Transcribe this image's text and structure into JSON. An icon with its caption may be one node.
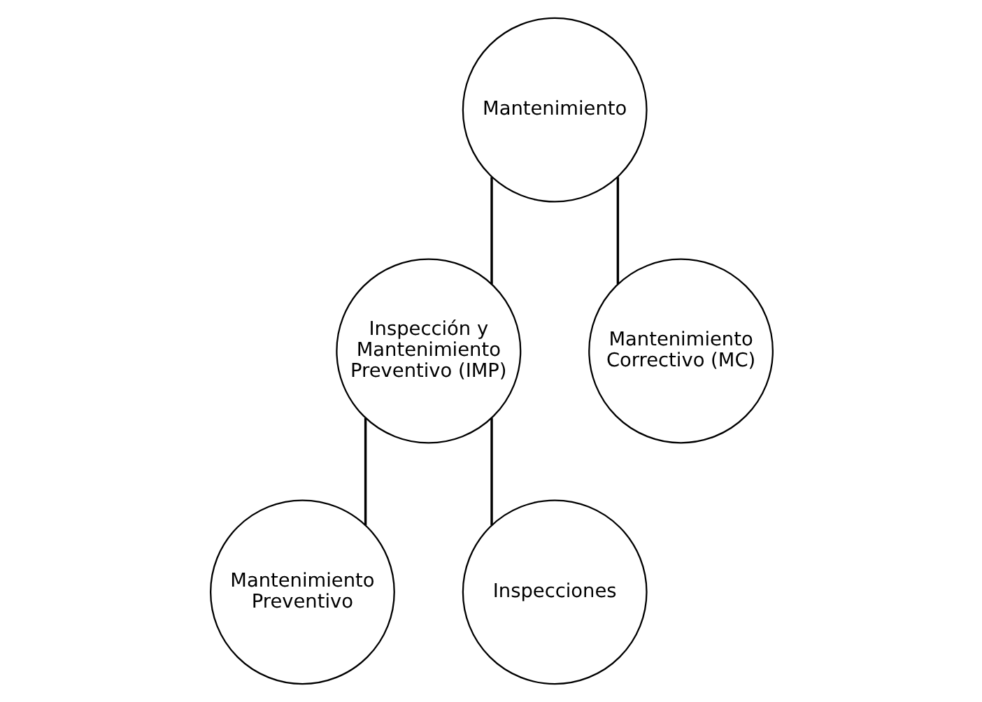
{
  "diagram": {
    "nodes": [
      {
        "text": [
          "Mantenimiento"
        ]
      },
      {
        "text": [
          "Inspección y Mantenimiento Preventivo (IMP)"
        ]
      },
      {
        "text": [
          "Mantenimiento Correctivo (MC)"
        ]
      },
      {
        "text": [
          "Mantenimiento Preventivo"
        ]
      },
      {
        "text": [
          "Inspecciones"
        ]
      }
    ],
    "edges": [
      {
        "from": 0,
        "to": 1,
        "arrow": "none"
      },
      {
        "from": 0,
        "to": 2,
        "arrow": "none"
      },
      {
        "from": 1,
        "to": 3,
        "arrow": "none"
      },
      {
        "from": 1,
        "to": 4,
        "arrow": "none"
      }
    ]
  }
}
